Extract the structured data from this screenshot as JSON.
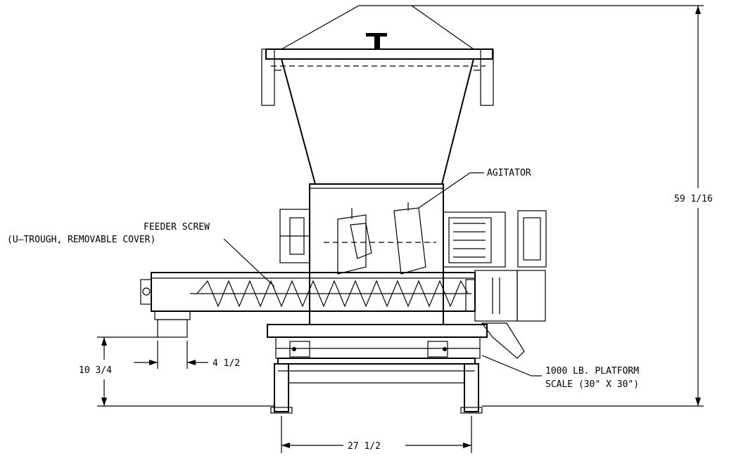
{
  "labels": {
    "agitator": "AGITATOR",
    "feeder_screw_line1": "FEEDER SCREW",
    "feeder_screw_line2": "(U–TROUGH, REMOVABLE COVER)",
    "scale_line1": "1000 LB. PLATFORM",
    "scale_line2": "SCALE (30\" X 30\")"
  },
  "dimensions": {
    "overall_height": "59 1/16",
    "discharge_height": "10 3/4",
    "discharge_width": "4 1/2",
    "leg_spacing": "27 1/2"
  }
}
